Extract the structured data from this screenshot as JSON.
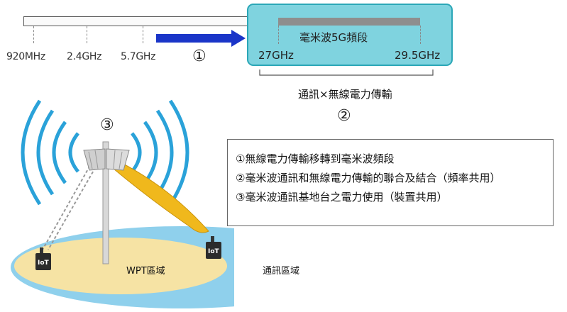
{
  "frequency_axis": {
    "low_labels": [
      "920MHz",
      "2.4GHz",
      "5.7GHz"
    ],
    "mmwave_title": "毫米波5G頻段",
    "mmwave_start": "27GHz",
    "mmwave_end": "29.5GHz",
    "step1_marker": "①"
  },
  "bracket": {
    "caption": "通訊×無線電力傳輸",
    "step2_marker": "②"
  },
  "antenna": {
    "step3_marker": "③"
  },
  "legend": {
    "items": [
      "①無線電力傳輸移轉到毫米波頻段",
      "②毫米波通訊和無線電力傳輸的聯合及結合（頻率共用）",
      "③毫米波通訊基地台之電力使用（裝置共用）"
    ]
  },
  "zones": {
    "wpt": "WPT區域",
    "comm": "通訊區域"
  },
  "devices": {
    "iot_label": "IoT"
  },
  "colors": {
    "mmwave_box": "#7fd3df",
    "arrow": "#1a35c8",
    "comm_area": "#8fd0ec",
    "wpt_area": "#f6e3a4",
    "beam": "#f0b81c",
    "waves": "#2aa2d9"
  }
}
